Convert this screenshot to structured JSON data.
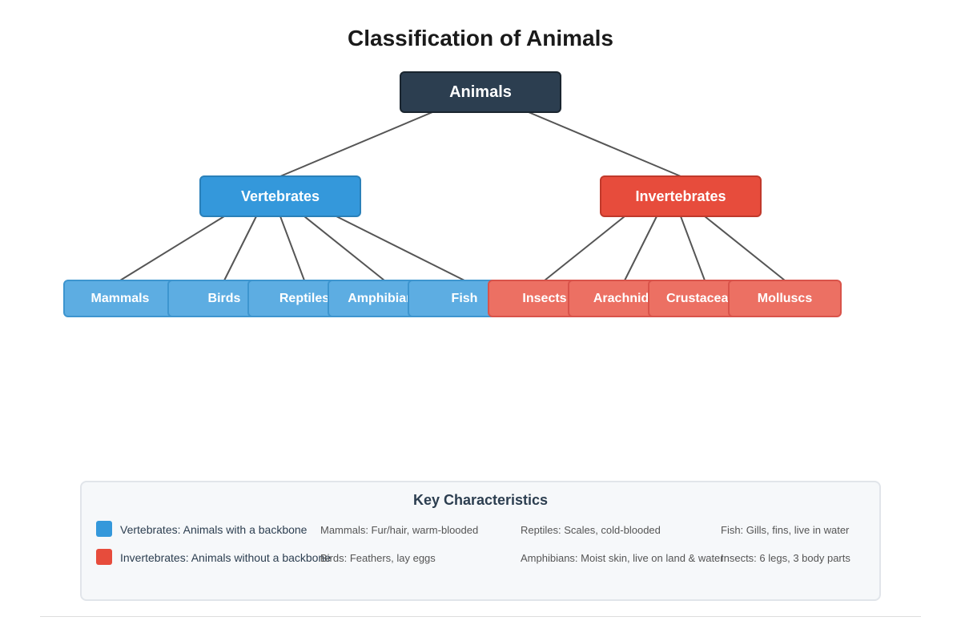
{
  "title": "Classification of Animals",
  "colors": {
    "root": "#2c3e50",
    "vertebrates": "#3498db",
    "invertebrates": "#e74c3c",
    "vertebrate_children": "#5dade2",
    "invertebrate_children": "#ec7063",
    "connector": "#555555"
  },
  "tree": {
    "root": {
      "label": "Animals"
    },
    "vertebrates": {
      "label": "Vertebrates",
      "children": [
        "Mammals",
        "Birds",
        "Reptiles",
        "Amphibians",
        "Fish"
      ]
    },
    "invertebrates": {
      "label": "Invertebrates",
      "children": [
        "Insects",
        "Arachnids",
        "Crustaceans",
        "Molluscs"
      ]
    }
  },
  "legend": {
    "title": "Key Characteristics",
    "group_items": [
      {
        "color": "#3498db",
        "text": "Vertebrates: Animals with a backbone"
      },
      {
        "color": "#e74c3c",
        "text": "Invertebrates: Animals without a backbone"
      }
    ],
    "facts": [
      "Mammals: Fur/hair, warm-blooded",
      "Reptiles: Scales, cold-blooded",
      "Fish: Gills, fins, live in water",
      "Birds: Feathers, lay eggs",
      "Amphibians: Moist skin, live on land & water",
      "Insects: 6 legs, 3 body parts"
    ]
  }
}
